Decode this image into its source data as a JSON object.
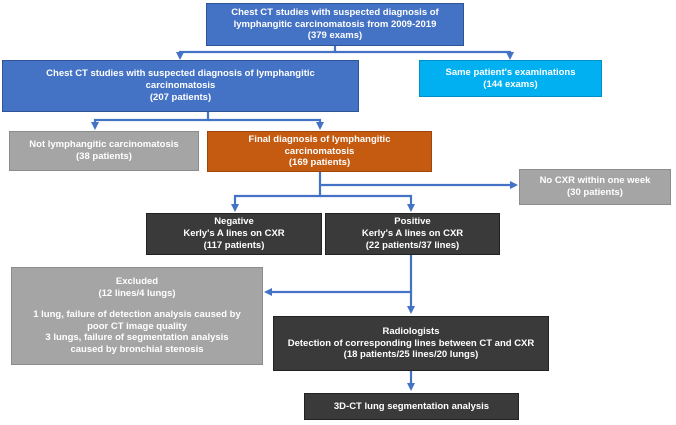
{
  "nodes": {
    "top": {
      "lines": [
        "Chest CT studies with suspected diagnosis of",
        "lymphangitic carcinomatosis from 2009-2019",
        "(379 exams)"
      ]
    },
    "suspected": {
      "lines": [
        "Chest CT studies with suspected diagnosis of lymphangitic",
        "carcinomatosis",
        "(207 patients)"
      ]
    },
    "same_patient": {
      "lines": [
        "Same patient's examinations",
        "(144 exams)"
      ]
    },
    "not_lymph": {
      "lines": [
        "Not lymphangitic carcinomatosis",
        "(38 patients)"
      ]
    },
    "final": {
      "lines": [
        "Final diagnosis of lymphangitic carcinomatosis",
        "(169 patients)"
      ]
    },
    "no_cxr": {
      "lines": [
        "No CXR within one week",
        "(30 patients)"
      ]
    },
    "negative": {
      "lines": [
        "Negative",
        "Kerly's A lines on CXR",
        "(117 patients)"
      ]
    },
    "positive": {
      "lines": [
        "Positive",
        "Kerly's A lines on CXR",
        "(22 patients/37 lines)"
      ]
    },
    "excluded": {
      "lines": [
        "Excluded",
        "(12 lines/4 lungs)",
        "1 lung, failure of detection analysis caused by",
        "poor CT image quality",
        "3 lungs, failure of segmentation analysis",
        "caused by bronchial stenosis"
      ]
    },
    "radiologists": {
      "lines": [
        "Radiologists",
        "Detection of corresponding lines between CT and CXR",
        "(18 patients/25 lines/20 lungs)"
      ]
    },
    "segmentation": {
      "lines": [
        "3D-CT lung segmentation analysis"
      ]
    }
  },
  "colors": {
    "arrow": "#4472C4",
    "blue_box": "#4472C4",
    "cyan_box": "#00B0F0",
    "gray_box": "#A5A5A5",
    "orange_box": "#C55A11",
    "dark_box": "#3A3A3A"
  }
}
